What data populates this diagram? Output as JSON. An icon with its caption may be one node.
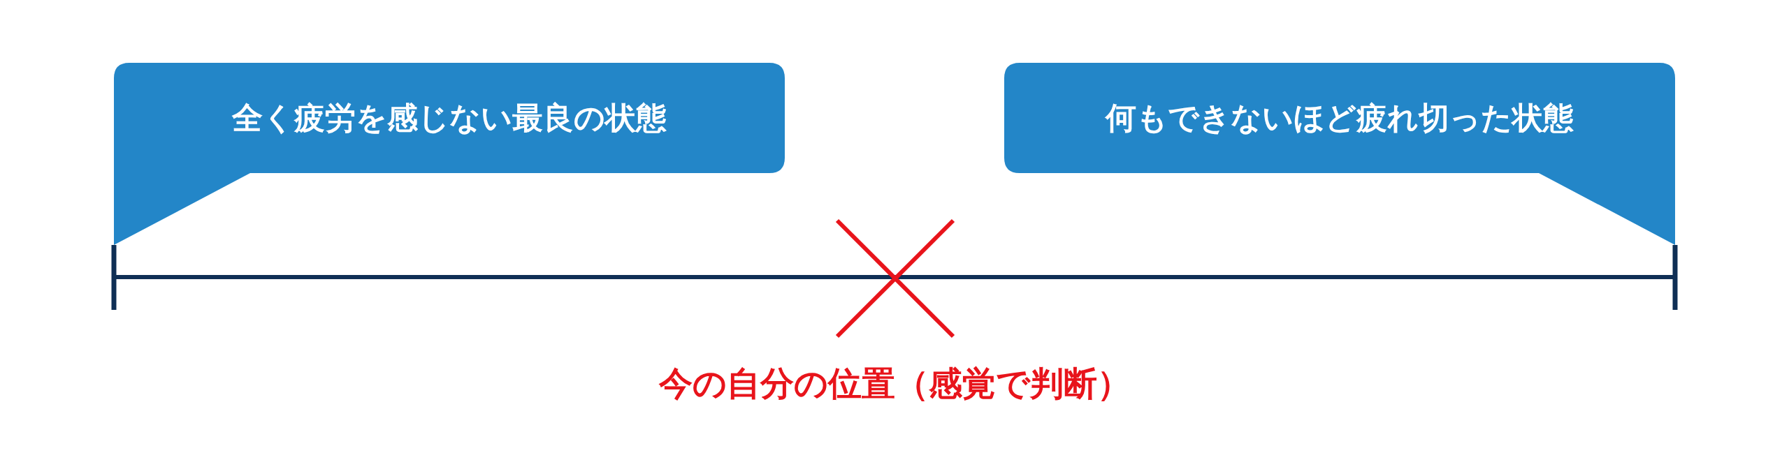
{
  "diagram": {
    "nodes": [
      {
        "text": [
          "全く疲労を感じない最良の状態"
        ]
      },
      {
        "text": [
          "何もできないほど疲れ切った状態"
        ]
      }
    ],
    "labels": [
      "今の自分の位置（感覚で判断）"
    ]
  }
}
